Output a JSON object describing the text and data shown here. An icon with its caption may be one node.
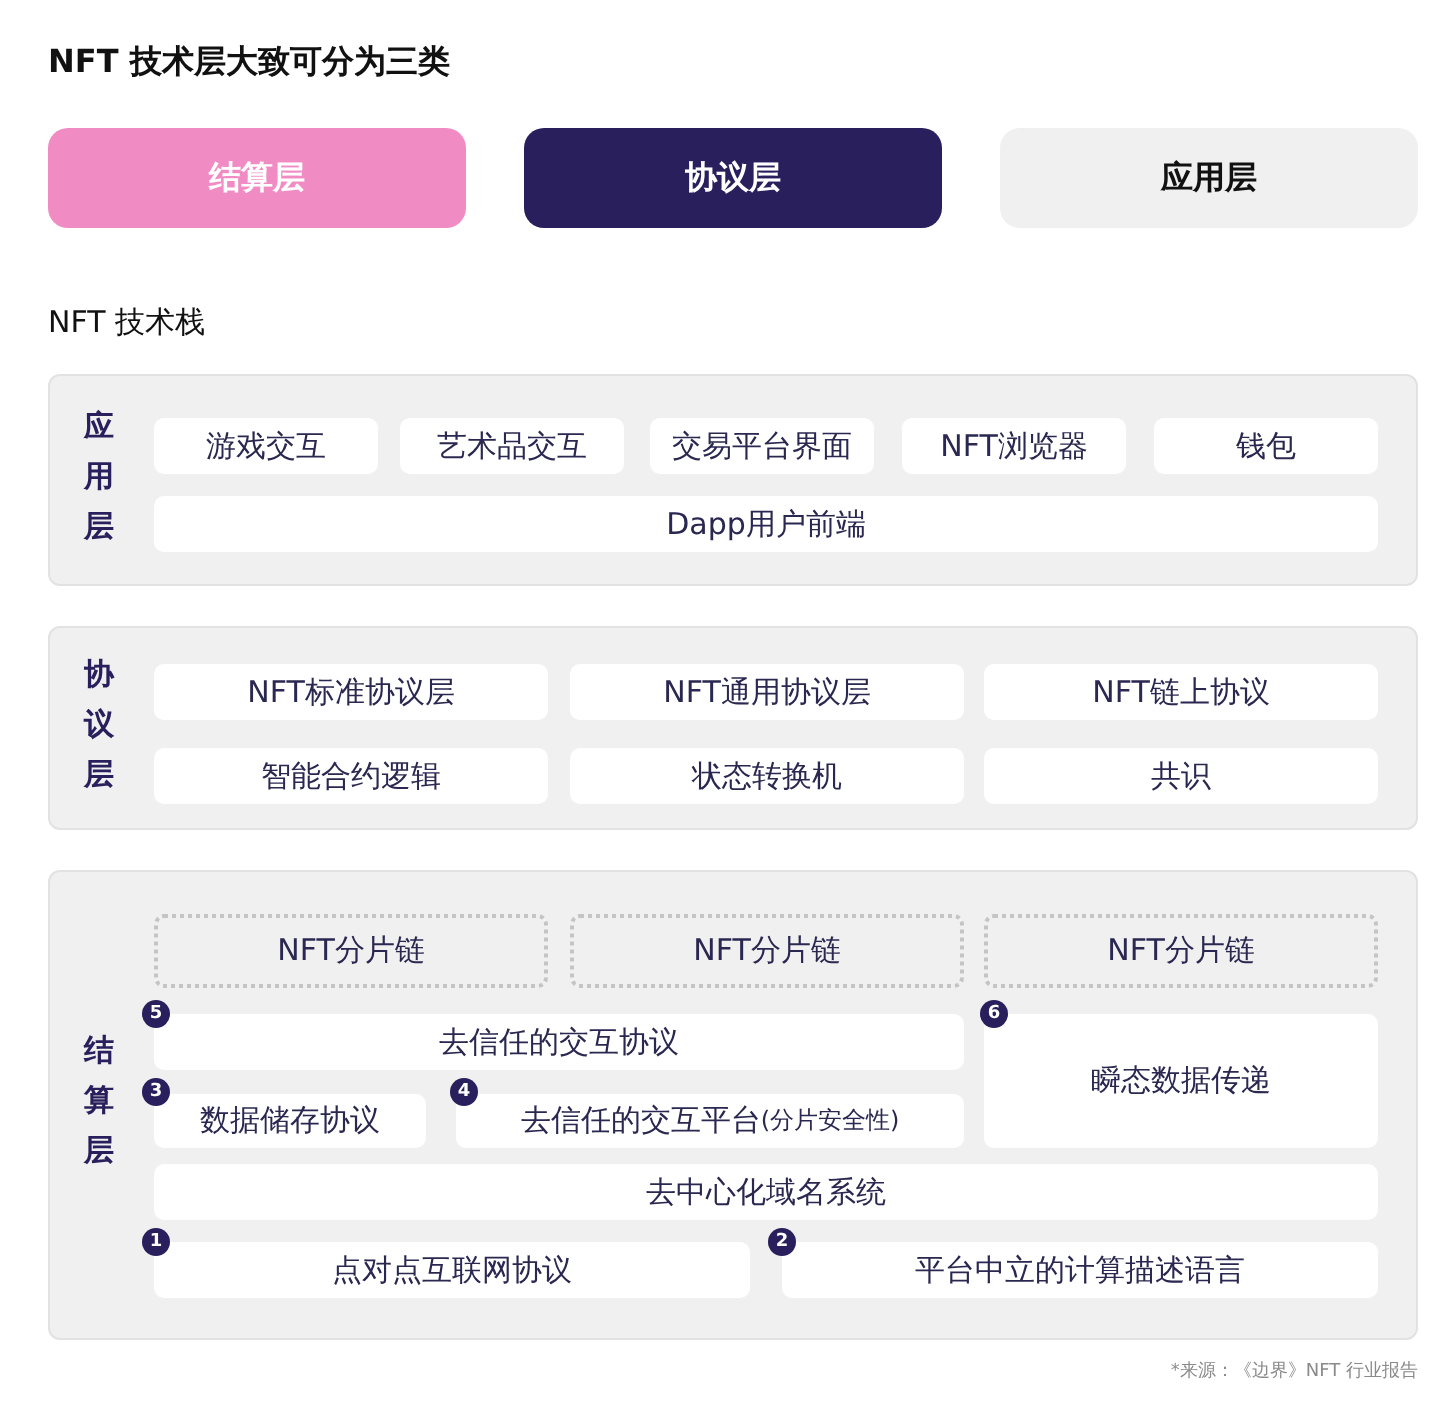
{
  "diagram": {
    "title": "NFT 技术层大致可分为三类",
    "caption": "*来源：《边界》NFT 行业报告",
    "nodes": [
      {
        "text": [
          "结算层"
        ]
      },
      {
        "text": [
          "协议层"
        ]
      },
      {
        "text": [
          "应用层"
        ]
      },
      {
        "text": [
          "应用层"
        ]
      },
      {
        "text": [
          "游戏交互"
        ],
        "in": 3
      },
      {
        "text": [
          "艺术品交互"
        ],
        "in": 3
      },
      {
        "text": [
          "交易平台界面"
        ],
        "in": 3
      },
      {
        "text": [
          "NFT浏览器"
        ],
        "in": 3
      },
      {
        "text": [
          "钱包"
        ],
        "in": 3
      },
      {
        "text": [
          "Dapp用户前端"
        ],
        "in": 3
      },
      {
        "text": [
          "协议层"
        ]
      },
      {
        "text": [
          "NFT标准协议层"
        ],
        "in": 10
      },
      {
        "text": [
          "NFT通用协议层"
        ],
        "in": 10
      },
      {
        "text": [
          "NFT链上协议"
        ],
        "in": 10
      },
      {
        "text": [
          "智能合约逻辑"
        ],
        "in": 10
      },
      {
        "text": [
          "状态转换机"
        ],
        "in": 10
      },
      {
        "text": [
          "共识"
        ],
        "in": 10
      },
      {
        "text": [
          "结算层"
        ]
      },
      {
        "text": [
          "NFT分片链"
        ],
        "in": 17
      },
      {
        "text": [
          "NFT分片链"
        ],
        "in": 17
      },
      {
        "text": [
          "NFT分片链"
        ],
        "in": 17
      },
      {
        "text": [
          "去信任的交互协议"
        ],
        "in": 17,
        "beside": [
          "5"
        ]
      },
      {
        "text": [
          "瞬态数据传递"
        ],
        "in": 17,
        "beside": [
          "6"
        ]
      },
      {
        "text": [
          "数据储存协议"
        ],
        "in": 17,
        "beside": [
          "3"
        ]
      },
      {
        "text": [
          "去信任的交互平台",
          "(分片安全性)"
        ],
        "in": 17,
        "beside": [
          "4"
        ]
      },
      {
        "text": [
          "去中心化域名系统"
        ],
        "in": 17
      },
      {
        "text": [
          "点对点互联网协议"
        ],
        "in": 17,
        "beside": [
          "1"
        ]
      },
      {
        "text": [
          "平台中立的计算描述语言"
        ],
        "in": 17,
        "beside": [
          "2"
        ]
      }
    ],
    "labels": [
      "NFT 技术栈"
    ]
  }
}
